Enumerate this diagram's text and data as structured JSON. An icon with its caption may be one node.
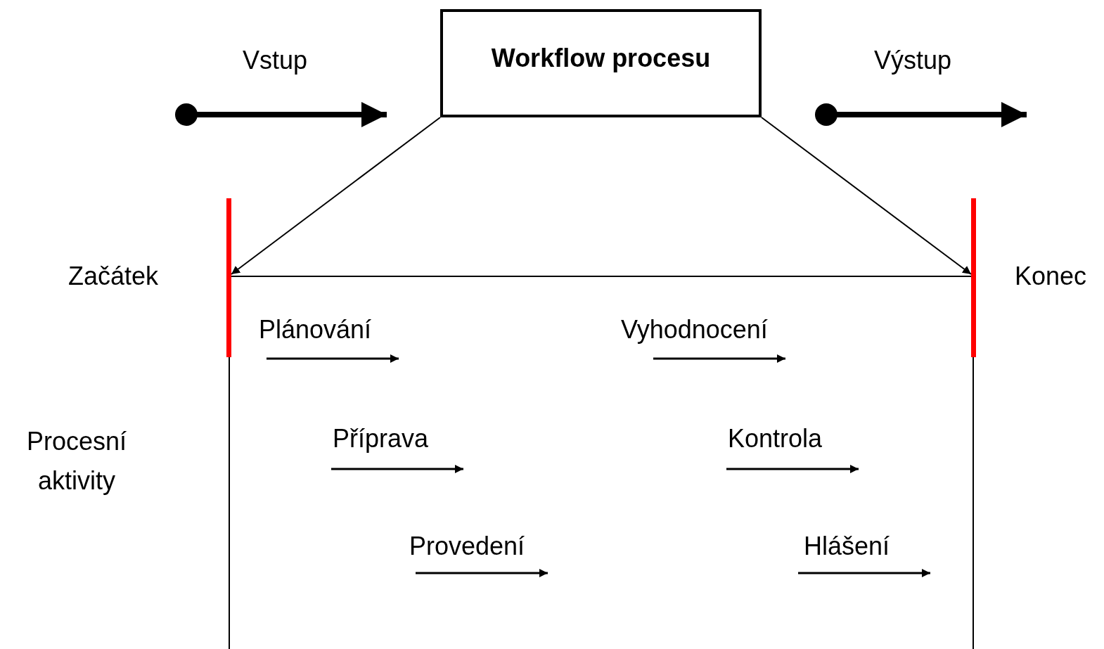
{
  "diagram": {
    "nodes": [
      {
        "text": [
          "Workflow procesu"
        ]
      },
      {
        "text": [],
        "shape": "bar",
        "beside": [
          "Začátek"
        ]
      },
      {
        "text": [],
        "shape": "bar",
        "beside": [
          "Konec"
        ]
      }
    ],
    "edges": [
      {
        "from": 0,
        "to": 1,
        "arrow": "to"
      },
      {
        "from": 0,
        "to": 2,
        "arrow": "to"
      },
      {
        "from": 1,
        "to": 2,
        "arrow": "none"
      }
    ],
    "labels": [
      "Vstup",
      "Výstup",
      "Plánování",
      "Vyhodnocení",
      "Procesní aktivity",
      "Příprava",
      "Kontrola",
      "Provedení",
      "Hlášení"
    ]
  }
}
